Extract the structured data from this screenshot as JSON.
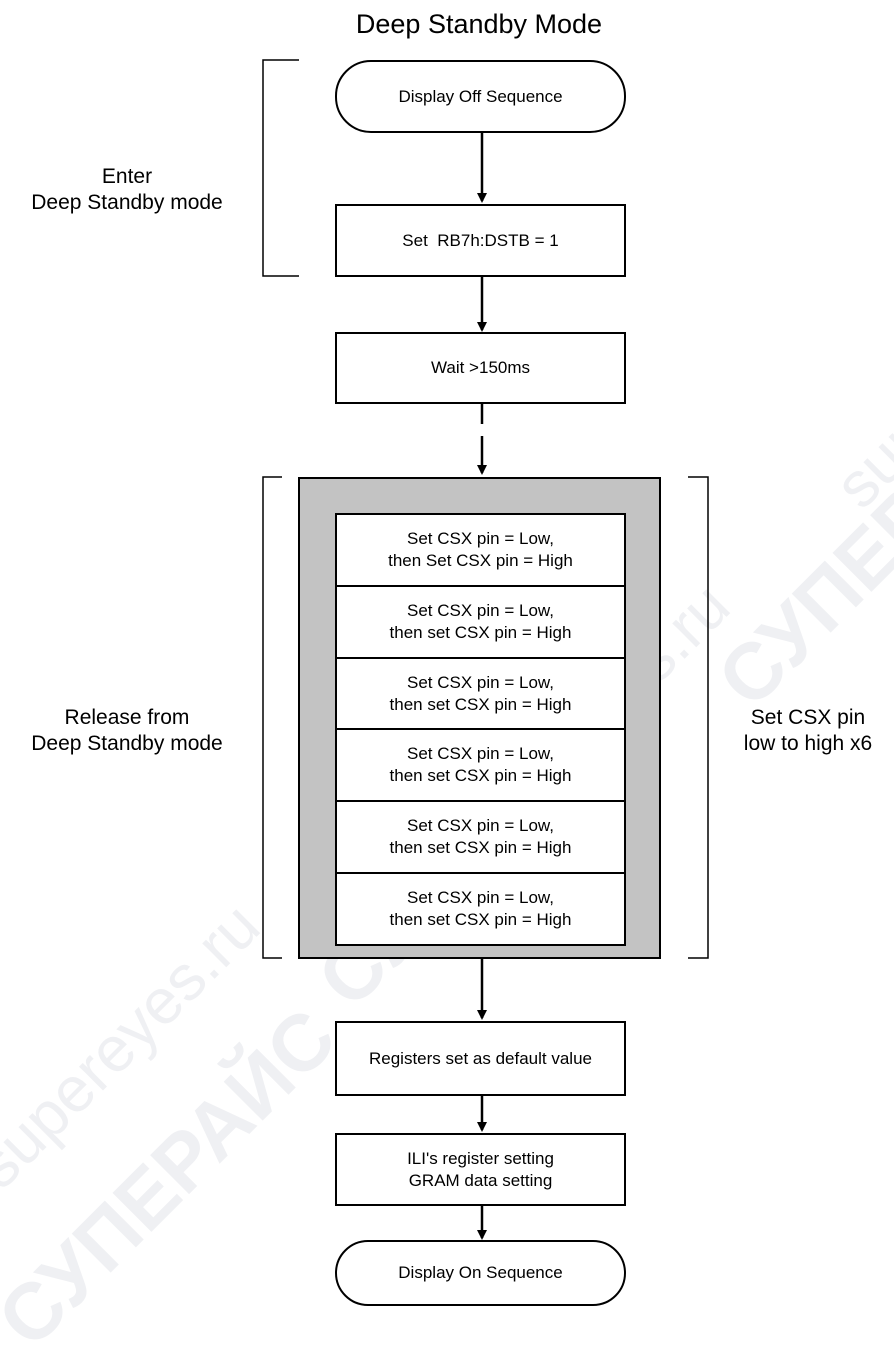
{
  "title": "Deep Standby Mode",
  "labels": {
    "enter": [
      "Enter",
      "Deep Standby mode"
    ],
    "release": [
      "Release from",
      "Deep Standby mode"
    ],
    "csx": [
      "Set CSX pin",
      "low to high x6"
    ]
  },
  "steps": {
    "display_off": "Display Off Sequence",
    "set_dstb": "Set  RB7h:DSTB = 1",
    "wait": "Wait >150ms",
    "registers_default": "Registers set as default value",
    "ili_setting": [
      "ILI's register setting",
      "GRAM data setting"
    ],
    "display_on": "Display On Sequence"
  },
  "csx_steps": [
    [
      "Set CSX pin = Low,",
      "then Set CSX pin = High"
    ],
    [
      "Set CSX pin = Low,",
      "then set CSX pin = High"
    ],
    [
      "Set CSX pin = Low,",
      "then set CSX pin = High"
    ],
    [
      "Set CSX pin = Low,",
      "then set CSX pin = High"
    ],
    [
      "Set CSX pin = Low,",
      "then set CSX pin = High"
    ],
    [
      "Set CSX pin = Low,",
      "then set CSX pin = High"
    ]
  ],
  "watermarks": [
    "supereyes.ru",
    "СУПЕРАЙС",
    "supereyes.ru",
    "СУПЕРАЙС",
    "supereyes.ru",
    "СУПЕРАЙС"
  ]
}
